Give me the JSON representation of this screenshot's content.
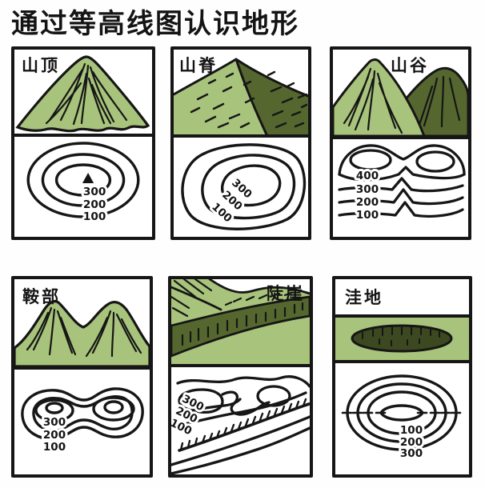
{
  "title": "通过等高线图认识地形",
  "panels": {
    "peak": {
      "label": "山顶",
      "values": [
        "300",
        "200",
        "100"
      ]
    },
    "ridge": {
      "label": "山脊",
      "values": [
        "300",
        "200",
        "100"
      ]
    },
    "valley": {
      "label": "山谷",
      "values": [
        "400",
        "300",
        "200",
        "100"
      ]
    },
    "saddle": {
      "label": "鞍部",
      "values": [
        "300",
        "200",
        "100"
      ]
    },
    "cliff": {
      "label": "陡崖",
      "values": [
        "300",
        "200",
        "100"
      ]
    },
    "basin": {
      "label": "洼地",
      "values": [
        "100",
        "200",
        "300"
      ]
    }
  },
  "colors": {
    "light_green": "#a8c37b",
    "dark_green": "#55672f",
    "deep_green": "#3c481f",
    "ink": "#161616",
    "background": "#ffffff"
  }
}
